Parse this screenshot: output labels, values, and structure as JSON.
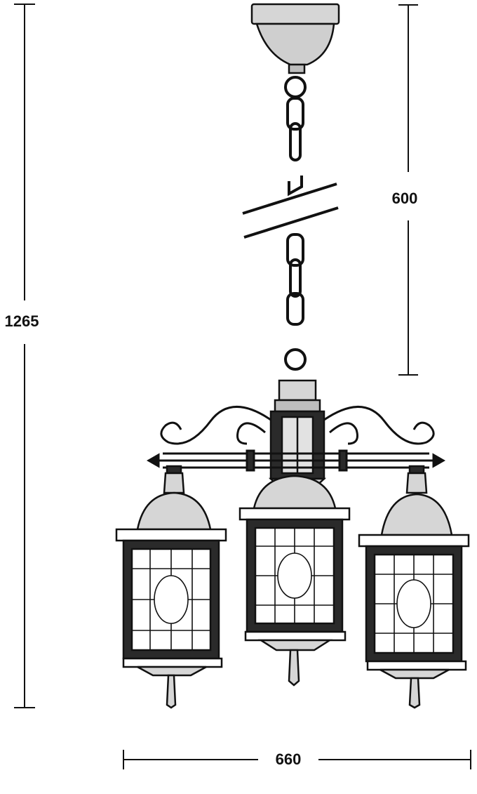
{
  "dimensions": {
    "total_height": "1265",
    "chain_length": "600",
    "width": "660"
  },
  "colors": {
    "line": "#111111",
    "fill_light": "#d6d6d6",
    "fill_dark": "#2a2a2a",
    "background": "#ffffff"
  }
}
